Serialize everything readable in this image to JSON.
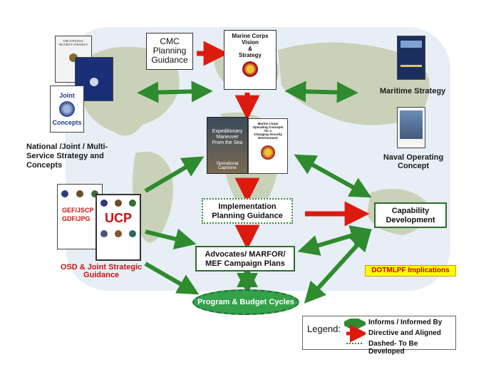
{
  "colors": {
    "green_arrow": "#2e8b2e",
    "red_arrow": "#dd1a0e",
    "ellipse_fill": "#33a04a",
    "dotmlpf_bg": "#ffff00",
    "dotmlpf_text": "#cc0000",
    "red_text": "#cc1111",
    "map_ocean": "#e7eef5",
    "map_land": "#c9d2b8"
  },
  "nodes": {
    "cmc": "CMC\nPlanning\nGuidance",
    "vision": {
      "line1": "Marine Corps",
      "line2": "Vision",
      "line3": "&",
      "line4": "Strategy"
    },
    "maritime": "Maritime Strategy",
    "naval": "Naval Operating\nConcept",
    "national": "National /Joint / Multi-\nService Strategy and\nConcepts",
    "osd": "OSD & Joint Strategic\nGuidance",
    "implementation": "Implementation\nPlanning Guidance",
    "capability": "Capability\nDevelopment",
    "advocates": "Advocates/ MARFOR/\nMEF Campaign Plans",
    "dotmlpf": "DOTMLPF Implications",
    "program": "Program & Budget Cycles"
  },
  "documents": {
    "joint": {
      "line1": "Joint",
      "line2": "Concepts"
    },
    "national_security": "THE NATIONAL\nSECURITY STRATEGY",
    "gef": "GEF/JSCP\nGDF/JPG",
    "ucp": "UCP",
    "expeditionary": "Expeditionary\nManeuver\nFrom the Sea",
    "operational": "Operational\nCapstone",
    "mcoc": "Marine Corps\nOperating Concepts\nfor a\nChanging Security\nEnvironment"
  },
  "legend": {
    "title": "Legend:",
    "informs": "Informs / Informed By",
    "directive": "Directive and Aligned",
    "dashed": "Dashed- To Be Developed"
  }
}
